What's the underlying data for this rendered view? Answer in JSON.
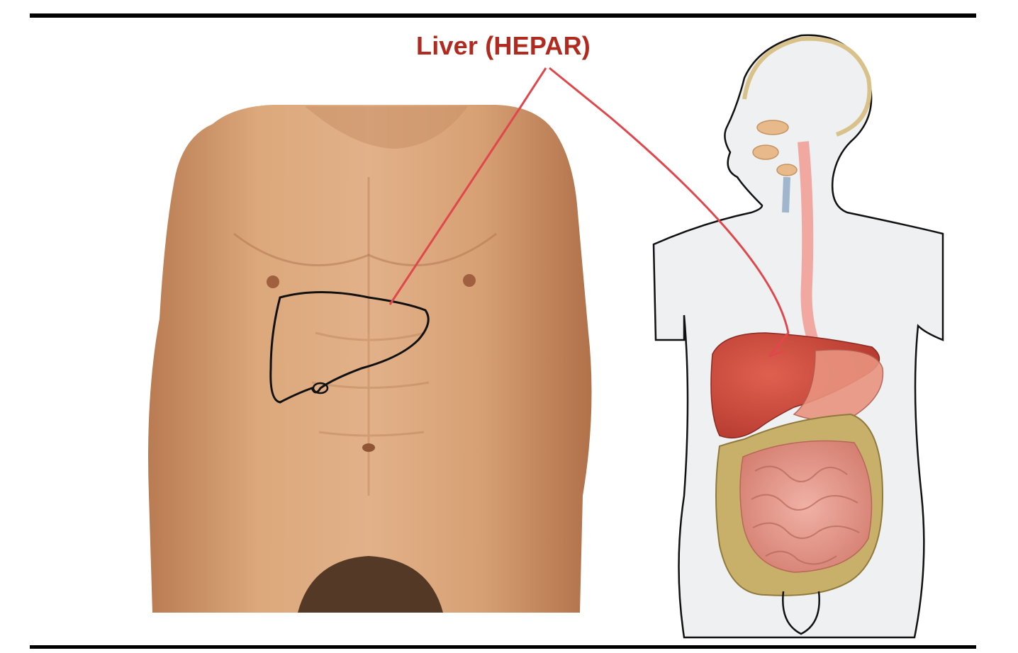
{
  "label": {
    "text": "Liver (HEPAR)"
  },
  "colors": {
    "label": "#b02a1f",
    "leader_line": "#e0474c",
    "skin": "#d9a275",
    "liver": "#c8463a",
    "intestine": "#e49a8f",
    "colon": "#c9b06a",
    "outline": "#111111"
  },
  "icons": {
    "left_figure": "male-torso-photo-with-liver-outline",
    "right_figure": "digestive-system-illustration"
  }
}
